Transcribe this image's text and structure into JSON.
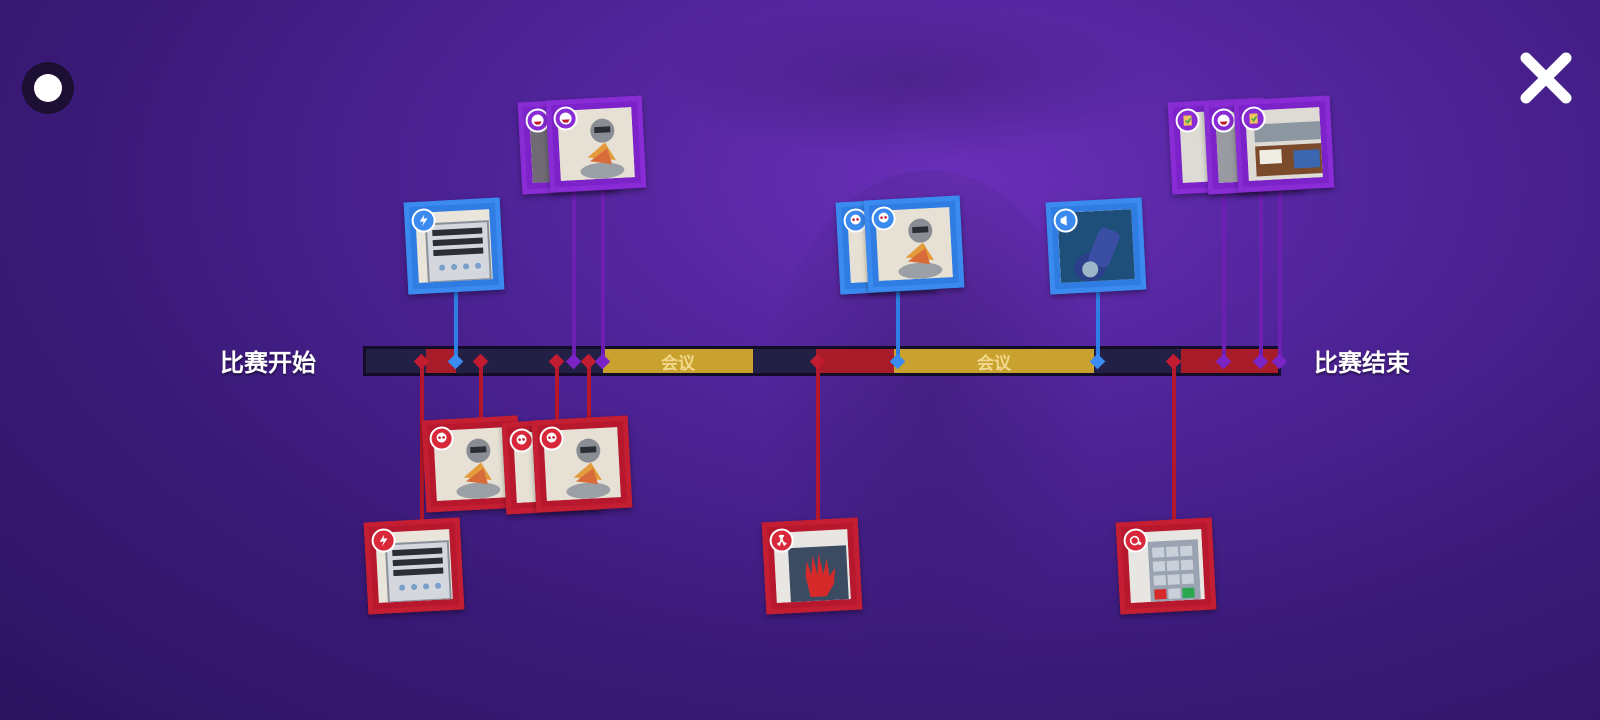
{
  "timeline": {
    "start_label": "比赛开始",
    "end_label": "比赛结束",
    "meeting_label_1": "会议",
    "meeting_label_2": "会议"
  },
  "controls": {
    "record_icon": "record-icon",
    "close_icon": "close-icon"
  },
  "events": {
    "top": [
      {
        "type": "sabotage-power",
        "color": "blue",
        "badge_icon": "lightning-icon"
      },
      {
        "type": "kill-roaster",
        "color": "purple",
        "badge_icon": "monster-face-icon"
      },
      {
        "type": "kill-roaster",
        "color": "purple",
        "badge_icon": "monster-face-icon"
      },
      {
        "type": "kill-roaster",
        "color": "blue",
        "badge_icon": "skull-icon"
      },
      {
        "type": "kill-roaster",
        "color": "blue",
        "badge_icon": "skull-icon"
      },
      {
        "type": "body-report",
        "color": "blue",
        "badge_icon": "megaphone-icon"
      },
      {
        "type": "task-files",
        "color": "purple",
        "badge_icon": "clipboard-icon"
      },
      {
        "type": "task-files",
        "color": "purple",
        "badge_icon": "monster-face-icon"
      },
      {
        "type": "task-files",
        "color": "purple",
        "badge_icon": "clipboard-icon"
      }
    ],
    "bottom": [
      {
        "type": "kill-roaster",
        "color": "red",
        "badge_icon": "skull-icon"
      },
      {
        "type": "kill-roaster",
        "color": "red",
        "badge_icon": "skull-icon"
      },
      {
        "type": "kill-roaster",
        "color": "red",
        "badge_icon": "skull-icon"
      },
      {
        "type": "sabotage-power",
        "color": "red",
        "badge_icon": "lightning-icon"
      },
      {
        "type": "sabotage-reactor",
        "color": "red",
        "badge_icon": "radiation-icon"
      },
      {
        "type": "sabotage-oxygen",
        "color": "red",
        "badge_icon": "oxygen-icon"
      }
    ]
  },
  "colors": {
    "crewmate": "#2f7de3",
    "impostor": "#b7182d",
    "ghost": "#7b23c9",
    "meeting": "#c9a12e"
  }
}
